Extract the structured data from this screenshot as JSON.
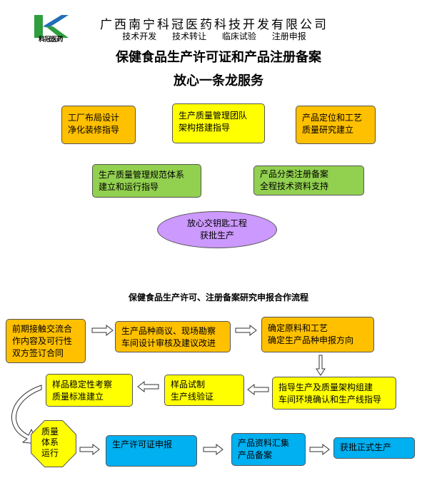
{
  "header": {
    "logo_text": "科冠医药",
    "company": "广西南宁科冠医药科技开发有限公司",
    "services": [
      "技术开发",
      "技术转让",
      "临床试验",
      "注册申报"
    ]
  },
  "titles": {
    "main": "保健食品生产许可证和产品注册备案",
    "sub": "放心一条龙服务",
    "flow": "保健食品生产许可、注册备案研究申报合作流程"
  },
  "services_boxes": {
    "b1": [
      "工厂布局设计",
      "净化装修指导"
    ],
    "b2": [
      "生产质量管理团队",
      "架构搭建指导"
    ],
    "b3": [
      "产品定位和工艺",
      "质量研究建立"
    ],
    "b4": [
      "生产质量管理规范体系",
      "建立和运行指导"
    ],
    "b5": [
      "产品分类注册备案",
      "全程技术资料支持"
    ],
    "ellipse": [
      "放心交钥匙工程",
      "获批生产"
    ]
  },
  "flow": {
    "s1": [
      "前期接触交流合",
      "作内容及可行性",
      "双方签订合同"
    ],
    "s2": [
      "生产品种商议、现场勘察",
      "车间设计审核及建议改进"
    ],
    "s3": [
      "确定原料和工艺",
      "确定生产品种申报方向"
    ],
    "s4": [
      "指导生产及质量架构组建",
      "车间环境确认和生产线指导"
    ],
    "s5": [
      "样品试制",
      "生产线验证"
    ],
    "s6": [
      "样品稳定性考察",
      "质量标准建立"
    ],
    "s7": [
      "质量",
      "体系",
      "运行"
    ],
    "s8": [
      "生产许可证申报"
    ],
    "s9": [
      "产品资料汇集",
      "产品备案"
    ],
    "s10": [
      "获批正式生产"
    ]
  },
  "colors": {
    "orange": "#ffc000",
    "yellow": "#ffff00",
    "green": "#92d050",
    "blue": "#00b0f0",
    "purple": "#cc99ff",
    "logo_green": "#2e9e3e",
    "logo_blue": "#1f6fb6"
  }
}
